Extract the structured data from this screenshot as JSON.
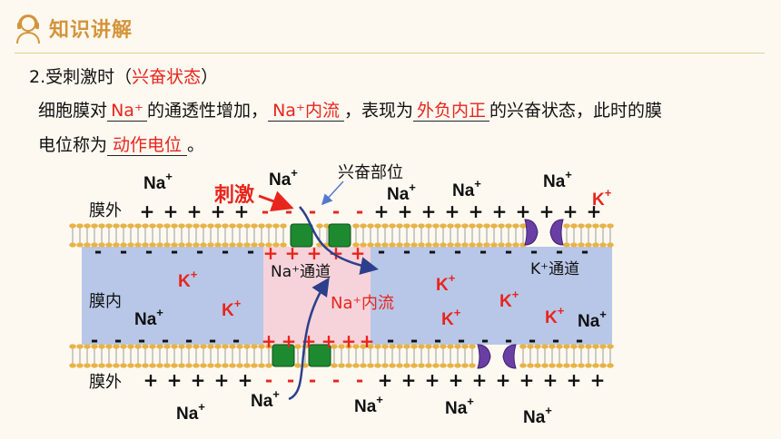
{
  "header": {
    "title": "知识讲解",
    "icon": "teacher-headset-icon",
    "accent": "#d4943a"
  },
  "content": {
    "heading_prefix": "2.受刺激时（",
    "heading_answer": "兴奋状态",
    "heading_suffix": "）",
    "line1_a": "细胞膜对",
    "line1_blank1": "Na⁺",
    "line1_b": "的通透性增加，",
    "line1_blank2": "Na⁺内流",
    "line1_c": "，表现为",
    "line1_blank3": "外负内正",
    "line1_d": "的兴奋状态，此时的膜",
    "line2_a": "电位称为",
    "line2_blank": "动作电位",
    "line2_b": "。"
  },
  "diagram": {
    "labels": {
      "outside_top": "膜外",
      "inside": "膜内",
      "outside_bottom": "膜外",
      "stimulus": "刺激",
      "excited_site": "兴奋部位",
      "na_channel": "Na⁺通道",
      "k_channel": "K⁺通道",
      "na_influx": "Na⁺内流"
    },
    "ion_na": "Na",
    "ion_k": "K",
    "ion_charge": "+",
    "plus": "+",
    "minus": "-",
    "colors": {
      "membrane_head": "#e8b345",
      "inside_blue": "#b8c7e8",
      "inside_pink": "#f6d3da",
      "na_channel": "#1e8a30",
      "k_channel": "#6a3fa5",
      "red": "#e8251c",
      "arrow": "#2d3f8c"
    }
  }
}
